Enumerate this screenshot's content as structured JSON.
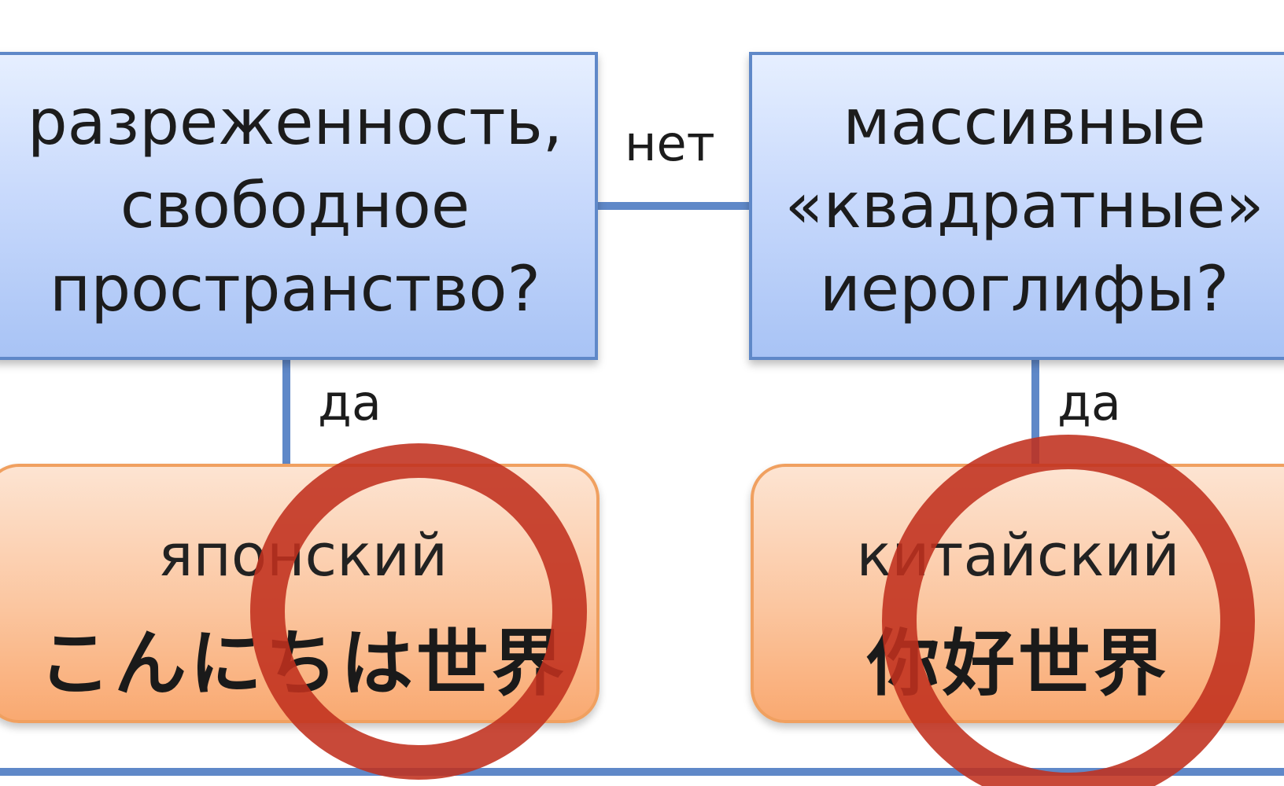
{
  "diagram": {
    "question_left": "разреженность,\nсвободное\nпространство?",
    "question_right": "массивные\n«квадратные»\nиероглифы?",
    "edge_no": "нет",
    "edge_yes_left": "да",
    "edge_yes_right": "да",
    "answer_left": {
      "language": "японский",
      "sample": "こんにちは世界"
    },
    "answer_right": {
      "language": "китайский",
      "sample": "你好世界"
    }
  },
  "colors": {
    "question_fill": "#c9dafc",
    "question_border": "#5f88c8",
    "connector": "#5f88c8",
    "answer_fill": "#fbc6a0",
    "answer_border": "#f0a060",
    "highlight_circle": "#c0301e"
  }
}
